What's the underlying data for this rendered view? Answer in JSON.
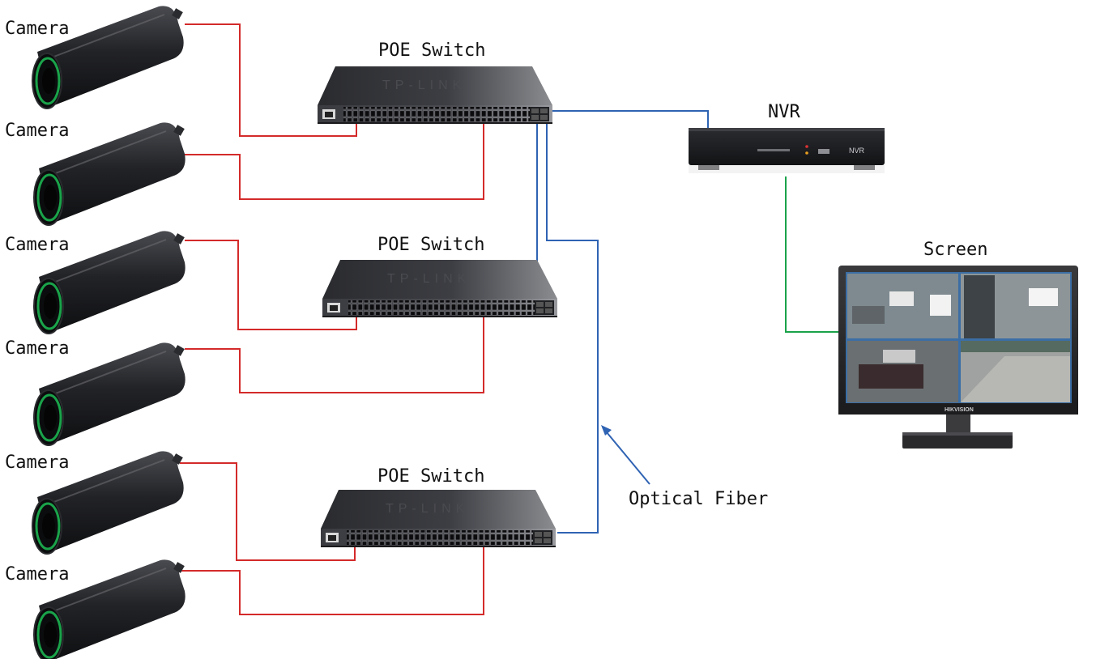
{
  "colors": {
    "copper": "#d42a2a",
    "fiber": "#2f63b3",
    "hdmi": "#1aa34a",
    "device_dark": "#1c1d20",
    "device_mid": "#3a3b3f"
  },
  "cameras": [
    {
      "label": "Camera"
    },
    {
      "label": "Camera"
    },
    {
      "label": "Camera"
    },
    {
      "label": "Camera"
    },
    {
      "label": "Camera"
    },
    {
      "label": "Camera"
    }
  ],
  "switches": [
    {
      "label": "POE Switch"
    },
    {
      "label": "POE Switch"
    },
    {
      "label": "POE Switch"
    }
  ],
  "nvr": {
    "label": "NVR",
    "faceplate_text": "NVR"
  },
  "screen": {
    "label": "Screen",
    "brand": "HIKVISION"
  },
  "fiber_annotation": "Optical Fiber"
}
